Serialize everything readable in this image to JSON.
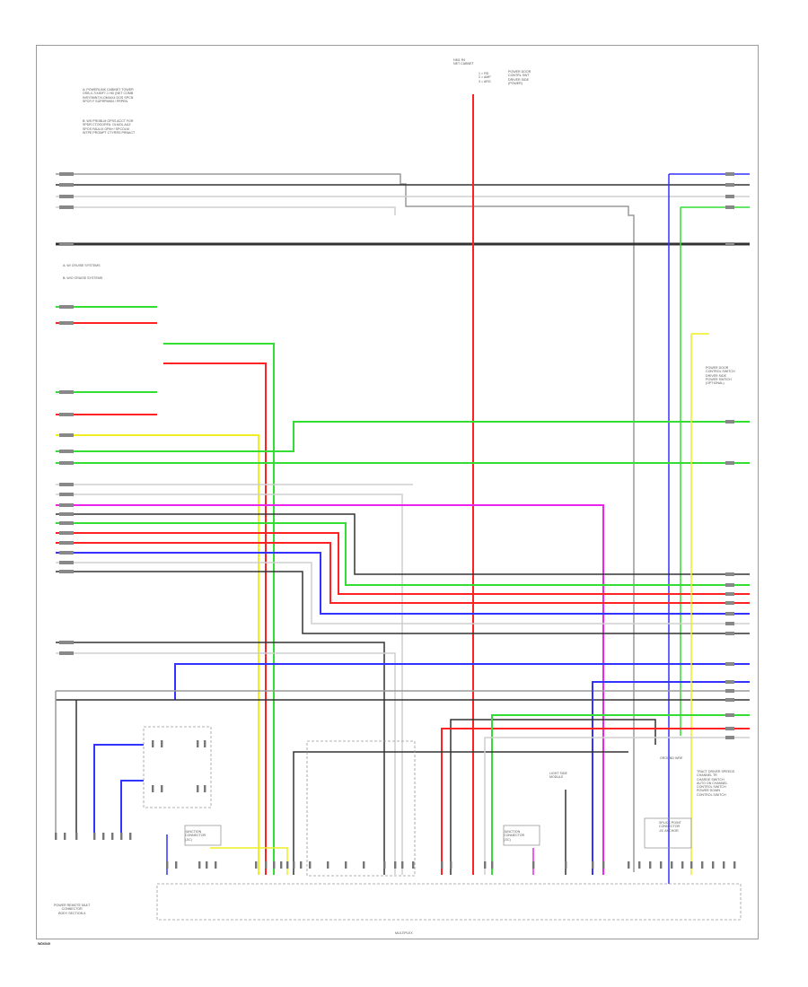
{
  "colors": {
    "red": "#ff2222",
    "green": "#33dd33",
    "blue": "#3333ff",
    "yellow": "#eeee22",
    "magenta": "#ee22ee",
    "black": "#333333",
    "gray": "#9a9a9a",
    "white": "#cfcfcf"
  },
  "notes": {
    "note_1": [
      "A: POWERLINK CABINET TOWER",
      "OSB,X-7/X80F7-1 HD (NET COMB",
      "INSYSMNT,N-OM/AX4 DOS SPCN",
      "SPCR F SUPRPMNN / PRPEN"
    ],
    "note_2": [
      "B: WS PROBLM OPSS ACCT FOR",
      "SPDR CTOGGRFA. OLMOL AUZ",
      "SPOS FAULIX OPM+/ SPCOLM",
      "WTPE PROMPT CTYRRS PRNACT"
    ],
    "legend_a": "A: W/ CRUISE SYSTEMS",
    "legend_b": "B: W/O CRUISE SYSTEMS"
  },
  "top_connector": {
    "ref": "HM1 R4",
    "name": "NET CABNET",
    "pins": [
      "1  =  RD",
      "2  =  AMP",
      "3  =  ARG"
    ],
    "label": [
      "POWER DOOR",
      "CONTRL SWT",
      "DRIVER SIDE",
      "(POWER)"
    ]
  },
  "right_labels": {
    "switch": [
      "POWER DOOR",
      "CONTROL SWITCH",
      "DRIVER SIDE",
      "POWER SWTICH",
      "(OPTIONAL)"
    ],
    "module": [
      "TRACT DRIVER SPEEDS",
      "CHANNEL TR",
      "CHARGE SWITCH",
      "AUTO ON CHANNEL",
      "CONTROL SWITCH",
      "POWER DOWN",
      "CONTROL SWITCH"
    ],
    "gnd": [
      "GROUND WRE"
    ]
  },
  "bottom_labels": {
    "bottom_left": [
      "POWER REMOTE MULT",
      "CONNECTOR",
      "BODY SECTION A"
    ],
    "left_box": [
      "JUNCTION",
      "CONNECTOR",
      "(J/C)"
    ],
    "mid_box": [
      "JUNCTION",
      "CONNECTOR",
      "(J/C)"
    ],
    "antenna": [
      "LIGHT SIDE",
      "MODULE"
    ],
    "right_box": [
      "SPLICE POINT",
      "CONNECTOR",
      "J/C ANCHOR"
    ],
    "center_bottom": "MULTIPLEX"
  },
  "page_id": "WD6549"
}
